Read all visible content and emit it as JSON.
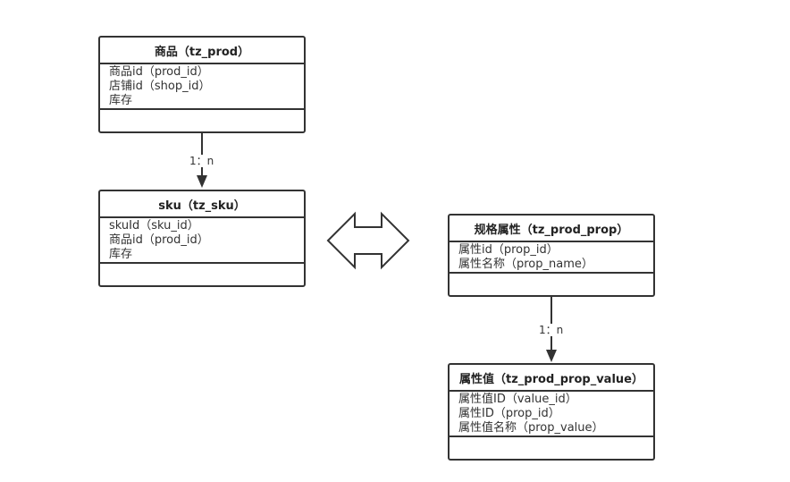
{
  "entities": {
    "prod": {
      "title": "商品（tz_prod）",
      "attributes": [
        "商品id（prod_id）",
        "店铺id（shop_id）",
        "库存"
      ]
    },
    "sku": {
      "title": "sku（tz_sku）",
      "attributes": [
        "skuId（sku_id）",
        "商品id（prod_id）",
        "库存"
      ]
    },
    "prod_prop": {
      "title": "规格属性（tz_prod_prop）",
      "attributes": [
        "属性id（prop_id）",
        "属性名称（prop_name）"
      ]
    },
    "prod_prop_value": {
      "title": "属性值（tz_prod_prop_value）",
      "attributes": [
        "属性值ID（value_id）",
        "属性ID（prop_id）",
        "属性值名称（prop_value）"
      ]
    }
  },
  "relations": {
    "prod_to_sku": "1：n",
    "prop_to_value": "1：n"
  },
  "colors": {
    "stroke": "#333333",
    "background": "#ffffff"
  }
}
